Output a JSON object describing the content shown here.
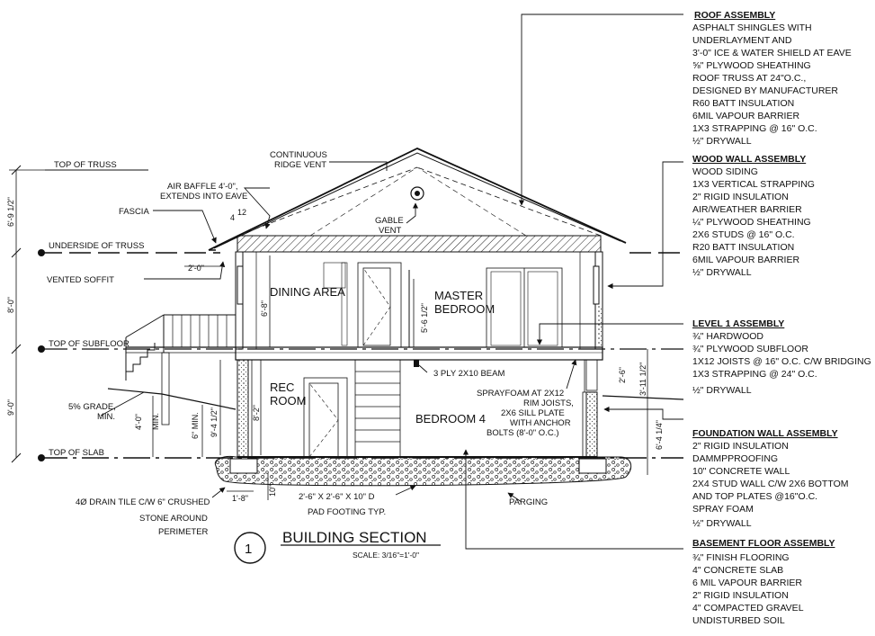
{
  "title": {
    "number": "1",
    "text": "BUILDING SECTION",
    "scale": "SCALE: 3/16\"=1'-0\""
  },
  "levels": {
    "top_of_truss": "TOP OF TRUSS",
    "underside_of_truss": "UNDERSIDE OF TRUSS",
    "top_of_subfloor": "TOP OF SUBFLOOR",
    "top_of_slab": "TOP OF SLAB"
  },
  "rooms": {
    "dining": "DINING AREA",
    "master_1": "MASTER",
    "master_2": "BEDROOM",
    "rec_1": "REC",
    "rec_2": "ROOM",
    "bedroom4": "BEDROOM 4"
  },
  "notes": {
    "continuous_1": "CONTINUOUS",
    "continuous_2": "RIDGE VENT",
    "baffle_1": "AIR BAFFLE 4'-0\",",
    "baffle_2": "EXTENDS INTO EAVE",
    "fascia": "FASCIA",
    "gable_1": "GABLE",
    "gable_2": "VENT",
    "vented_soffit": "VENTED SOFFIT",
    "beam": "3 PLY 2X10 BEAM",
    "spray_1": "SPRAYFOAM AT 2X12",
    "spray_2": "RIM JOISTS,",
    "spray_3": "2X6 SILL PLATE",
    "spray_4": "WITH ANCHOR",
    "spray_5": "BOLTS (8'-0\" O.C.)",
    "grade_1": "5% GRADE,",
    "grade_2": "MIN.",
    "drain_1": "4Ø DRAIN TILE C/W 6\" CRUSHED",
    "drain_2": "STONE AROUND",
    "drain_3": "PERIMETER",
    "footing_1": "2'-6\" X 2'-6\" X 10\" D",
    "footing_2": "PAD FOOTING TYP.",
    "parging": "PARGING",
    "slope_rise": "4",
    "slope_run": "12"
  },
  "dims": {
    "d1": "6'-9 1/2\"",
    "d2": "8'-0\"",
    "d3": "9'-0\"",
    "overhang": "2'-0\"",
    "d4": "6'-8\"",
    "d5": "5'-6 1/2\"",
    "d6": "4'-0\"",
    "d7": "MIN.",
    "d8": "6\" MIN.",
    "d9": "9'-4 1/2\"",
    "d10": "8'-2\"",
    "d11": "1'-8\"",
    "d12": "10\"",
    "d13": "2'-6\"",
    "d14": "3'-11 1/2\"",
    "d15": "6'-4 1/4\""
  },
  "assemblies": {
    "roof": {
      "heading": "ROOF ASSEMBLY",
      "lines": [
        "ASPHALT SHINGLES WITH",
        "UNDERLAYMENT AND",
        "3'-0\" ICE & WATER SHIELD AT EAVE",
        "⅝\" PLYWOOD SHEATHING",
        "ROOF TRUSS AT 24\"O.C.,",
        "DESIGNED BY MANUFACTURER",
        "R60 BATT INSULATION",
        "6MIL VAPOUR BARRIER",
        "1X3 STRAPPING @ 16\" O.C.",
        "½\" DRYWALL"
      ]
    },
    "wall": {
      "heading": "WOOD WALL ASSEMBLY",
      "lines": [
        "WOOD SIDING",
        "1X3 VERTICAL STRAPPING",
        "2\" RIGID INSULATION",
        "AIR/WEATHER BARRIER",
        "¼\" PLYWOOD SHEATHING",
        "2X6 STUDS @ 16\" O.C.",
        "R20 BATT INSULATION",
        "6MIL VAPOUR BARRIER",
        "½\" DRYWALL"
      ]
    },
    "level1": {
      "heading": "LEVEL 1 ASSEMBLY",
      "lines": [
        "¾\" HARDWOOD",
        "¾\" PLYWOOD SUBFLOOR",
        "1X12 JOISTS @ 16\" O.C. C/W BRIDGING",
        "1X3 STRAPPING @ 24\" O.C.",
        "½\" DRYWALL"
      ]
    },
    "foundation": {
      "heading": "FOUNDATION WALL ASSEMBLY",
      "lines": [
        "2\" RIGID INSULATION",
        "DAMMPPROOFING",
        "10\" CONCRETE WALL",
        "2X4 STUD WALL C/W 2X6 BOTTOM",
        " AND TOP PLATES @16\"O.C.",
        "SPRAY FOAM",
        "½\" DRYWALL"
      ]
    },
    "basement": {
      "heading": "BASEMENT FLOOR ASSEMBLY",
      "lines": [
        "¾\" FINISH FLOORING",
        "4\" CONCRETE SLAB",
        "6 MIL VAPOUR BARRIER",
        "2\" RIGID INSULATION",
        "4\" COMPACTED GRAVEL",
        "UNDISTURBED SOIL"
      ]
    }
  }
}
